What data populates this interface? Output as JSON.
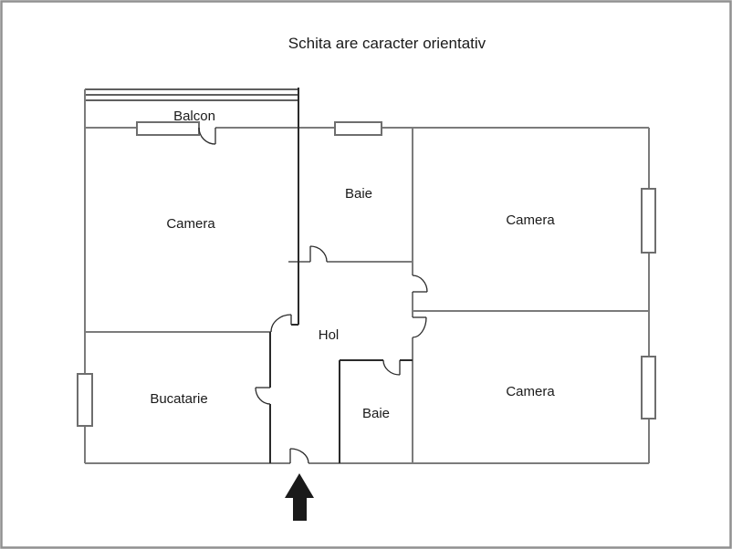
{
  "title": "Schita are caracter orientativ",
  "rooms": {
    "balcon": {
      "label": "Balcon"
    },
    "camera_top_left": {
      "label": "Camera"
    },
    "baie_top": {
      "label": "Baie"
    },
    "camera_top_right": {
      "label": "Camera"
    },
    "hol": {
      "label": "Hol"
    },
    "bucatarie": {
      "label": "Bucatarie"
    },
    "baie_bottom": {
      "label": "Baie"
    },
    "camera_bottom_right": {
      "label": "Camera"
    }
  },
  "colors": {
    "wall_gray": "#7b7b7b",
    "wall_dark": "#2a2a2a",
    "text": "#1a1a1a",
    "border": "#909090",
    "arrow": "#1a1a1a",
    "background": "#ffffff"
  }
}
